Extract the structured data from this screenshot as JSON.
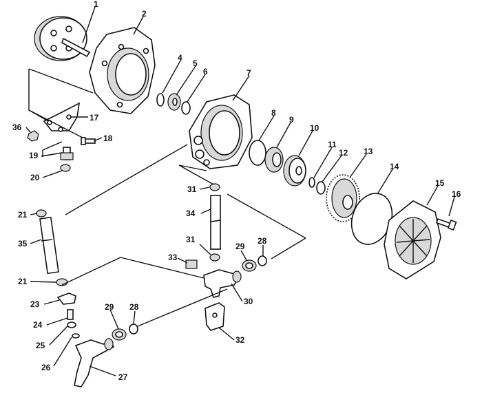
{
  "labels": [
    "1",
    "2",
    "4",
    "5",
    "6",
    "7",
    "8",
    "9",
    "10",
    "11",
    "12",
    "13",
    "14",
    "15",
    "16",
    "17",
    "18",
    "19",
    "20",
    "21",
    "35",
    "21",
    "23",
    "24",
    "25",
    "26",
    "27",
    "29",
    "28",
    "31",
    "34",
    "31",
    "33",
    "29",
    "28",
    "30",
    "32",
    "36"
  ]
}
